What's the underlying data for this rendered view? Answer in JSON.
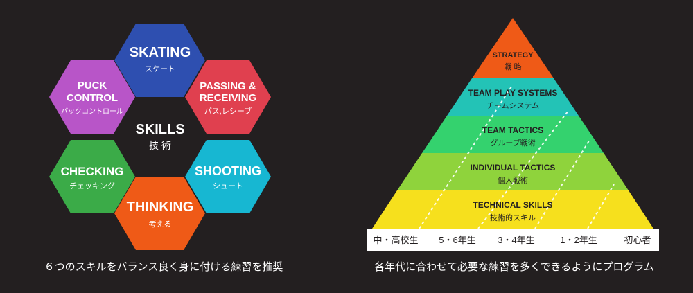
{
  "skills_hexagon": {
    "center": {
      "title": "SKILLS",
      "sub": "技 術"
    },
    "hexes": [
      {
        "id": "skating",
        "lines": [
          "SKATING"
        ],
        "sub": "スケート",
        "color": "#2e4fb0"
      },
      {
        "id": "passing",
        "lines": [
          "PASSING &",
          "RECEIVING"
        ],
        "sub": "パス,レシーブ",
        "color": "#e0404f"
      },
      {
        "id": "shooting",
        "lines": [
          "SHOOTING"
        ],
        "sub": "シュート",
        "color": "#17b7d2"
      },
      {
        "id": "thinking",
        "lines": [
          "THINKING"
        ],
        "sub": "考える",
        "color": "#ef5a17"
      },
      {
        "id": "checking",
        "lines": [
          "CHECKING"
        ],
        "sub": "チェッキング",
        "color": "#3bab48"
      },
      {
        "id": "puck",
        "lines": [
          "PUCK",
          "CONTROL"
        ],
        "sub": "パックコントロール",
        "color": "#b855c8"
      }
    ],
    "caption": "６つのスキルをバランス良く身に付ける練習を推奨"
  },
  "pyramid": {
    "levels": [
      {
        "title": "STRATEGY",
        "sub": "戦 略",
        "color": "#ef5a17"
      },
      {
        "title": "TEAM PLAY SYSTEMS",
        "sub": "チームシステム",
        "color": "#23c3b6"
      },
      {
        "title": "TEAM TACTICS",
        "sub": "グループ戦術",
        "color": "#34d26e"
      },
      {
        "title": "INDIVIDUAL TACTICS",
        "sub": "個人戦術",
        "color": "#8fd33c"
      },
      {
        "title": "TECHNICAL SKILLS",
        "sub": "技術的スキル",
        "color": "#f6e01d"
      }
    ],
    "ages": [
      "中・高校生",
      "5・6年生",
      "3・4年生",
      "1・2年生",
      "初心者"
    ],
    "caption": "各年代に合わせて必要な練習を多くできるようにプログラム"
  }
}
